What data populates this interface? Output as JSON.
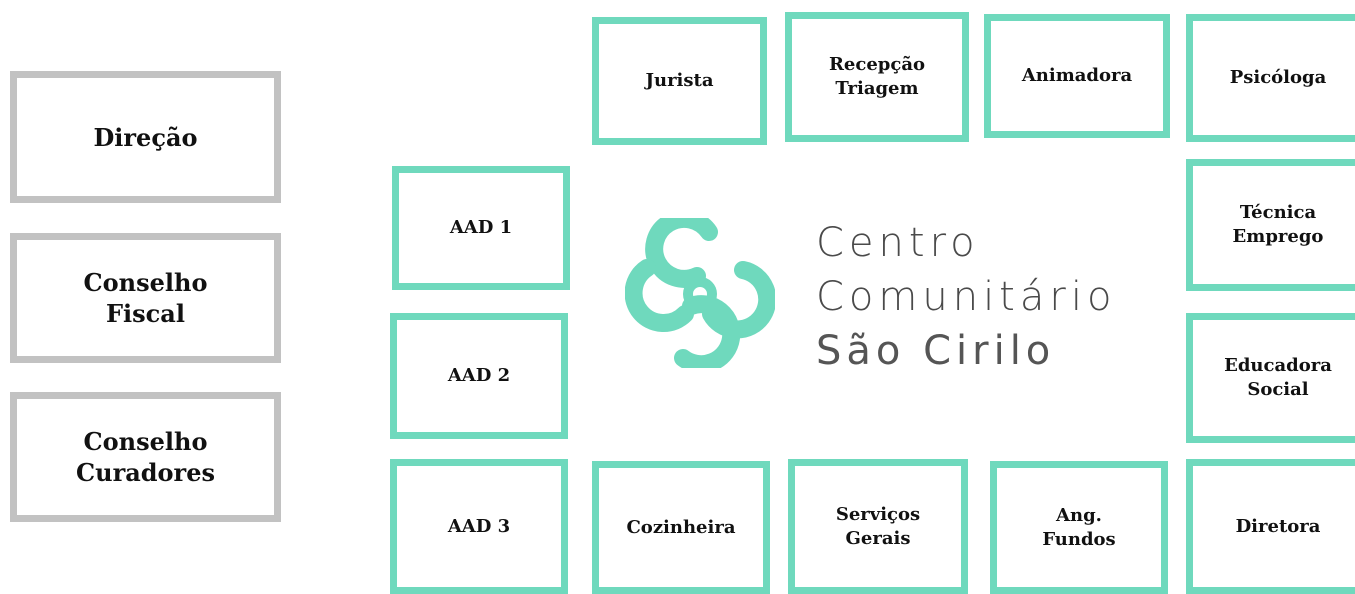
{
  "colors": {
    "governance_border": "#c2c2c2",
    "team_border": "#6fd9bd",
    "logo": "#6fd9bd"
  },
  "governance": [
    {
      "label": "Direção"
    },
    {
      "label": "Conselho\nFiscal"
    },
    {
      "label": "Conselho\nCuradores"
    }
  ],
  "team": {
    "top": [
      {
        "label": "Jurista"
      },
      {
        "label": "Recepção\nTriagem"
      },
      {
        "label": "Animadora"
      },
      {
        "label": "Psicóloga"
      }
    ],
    "left": [
      {
        "label": "AAD 1"
      },
      {
        "label": "AAD 2"
      },
      {
        "label": "AAD 3"
      }
    ],
    "right": [
      {
        "label": "Técnica\nEmprego"
      },
      {
        "label": "Educadora\nSocial"
      }
    ],
    "bottom": [
      {
        "label": "Cozinheira"
      },
      {
        "label": "Serviços\nGerais"
      },
      {
        "label": "Ang.\nFundos"
      },
      {
        "label": "Diretora"
      }
    ]
  },
  "logo": {
    "icon": "triple-s-loop-icon",
    "line1": "Centro",
    "line2": "Comunitário",
    "line3": "São Cirilo"
  }
}
